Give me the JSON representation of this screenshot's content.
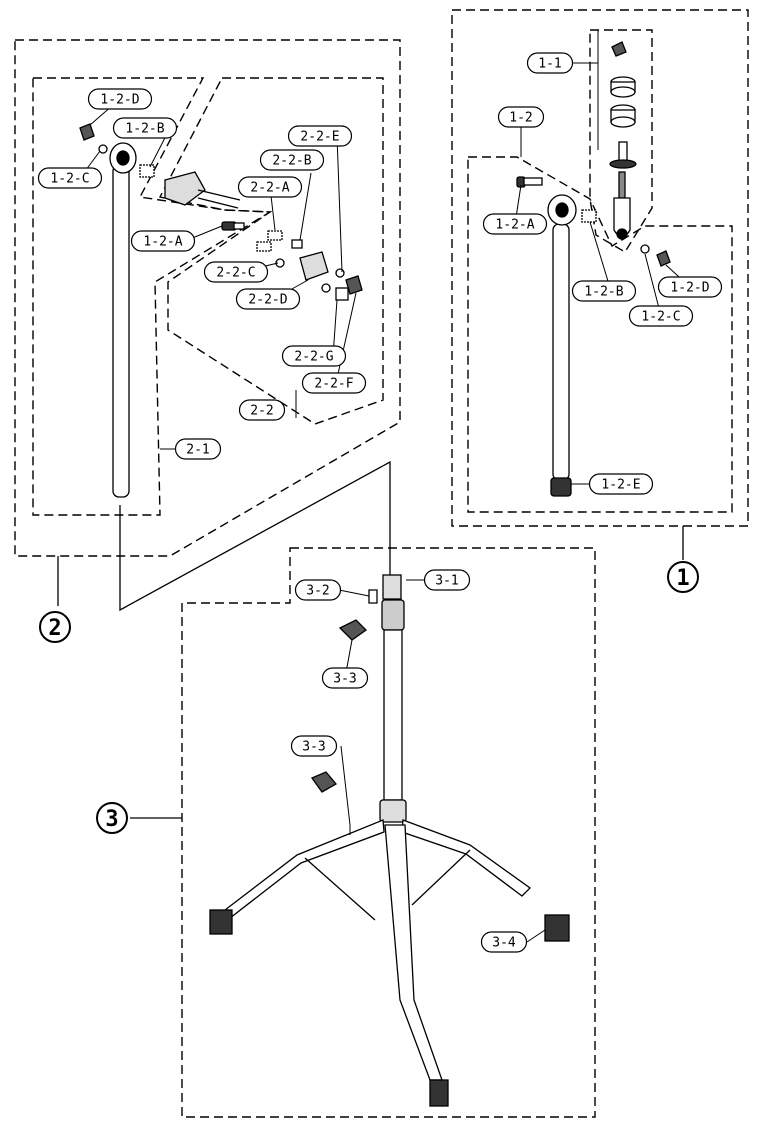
{
  "groups": [
    {
      "id": "g1",
      "label": "1"
    },
    {
      "id": "g2",
      "label": "2"
    },
    {
      "id": "g3",
      "label": "3"
    }
  ],
  "parts": {
    "p_1_1": "1-1",
    "p_1_2": "1-2",
    "p_1_2_A_right": "1-2-A",
    "p_1_2_B_right": "1-2-B",
    "p_1_2_C_right": "1-2-C",
    "p_1_2_D_right": "1-2-D",
    "p_1_2_E": "1-2-E",
    "p_1_2_D_left": "1-2-D",
    "p_1_2_B_left": "1-2-B",
    "p_1_2_C_left": "1-2-C",
    "p_1_2_A_left": "1-2-A",
    "p_2_1": "2-1",
    "p_2_2": "2-2",
    "p_2_2_A": "2-2-A",
    "p_2_2_B": "2-2-B",
    "p_2_2_C": "2-2-C",
    "p_2_2_D": "2-2-D",
    "p_2_2_E": "2-2-E",
    "p_2_2_F": "2-2-F",
    "p_2_2_G": "2-2-G",
    "p_3_1": "3-1",
    "p_3_2": "3-2",
    "p_3_3_top": "3-3",
    "p_3_3_low": "3-3",
    "p_3_4": "3-4"
  }
}
